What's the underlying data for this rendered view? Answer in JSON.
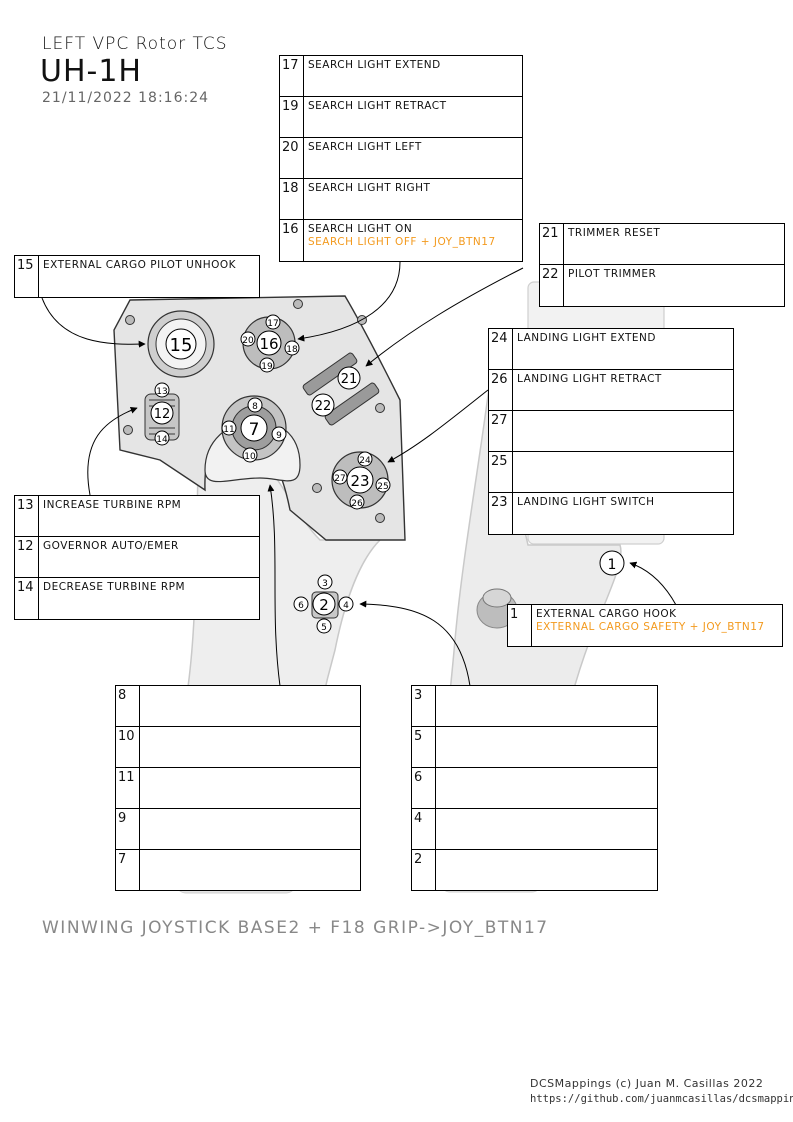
{
  "header": {
    "device": "LEFT VPC Rotor TCS",
    "aircraft": "UH-1H",
    "datetime": "21/11/2022 18:16:24"
  },
  "modifier_note": "WINWING JOYSTICK BASE2 + F18 GRIP->JOY_BTN17",
  "credits": {
    "line1": "DCSMappings (c) Juan M. Casillas 2022",
    "line2": "https://github.com/juanmcasillas/dcsmappings"
  },
  "colors": {
    "line": "#000000",
    "modifier_text": "#f39a1e",
    "device_fill": "#e7e7e7"
  },
  "labels": {
    "b17": {
      "num": "17",
      "text": "SEARCH LIGHT EXTEND",
      "alt": ""
    },
    "b19": {
      "num": "19",
      "text": "SEARCH LIGHT RETRACT",
      "alt": ""
    },
    "b20": {
      "num": "20",
      "text": "SEARCH LIGHT LEFT",
      "alt": ""
    },
    "b18": {
      "num": "18",
      "text": "SEARCH LIGHT RIGHT",
      "alt": ""
    },
    "b16": {
      "num": "16",
      "text": "SEARCH LIGHT ON",
      "alt": "SEARCH LIGHT OFF + JOY_BTN17"
    },
    "b21": {
      "num": "21",
      "text": "TRIMMER RESET",
      "alt": ""
    },
    "b22": {
      "num": "22",
      "text": "PILOT TRIMMER",
      "alt": ""
    },
    "b15": {
      "num": "15",
      "text": "EXTERNAL CARGO PILOT UNHOOK",
      "alt": ""
    },
    "b24": {
      "num": "24",
      "text": "LANDING LIGHT EXTEND",
      "alt": ""
    },
    "b26": {
      "num": "26",
      "text": "LANDING LIGHT RETRACT",
      "alt": ""
    },
    "b27": {
      "num": "27",
      "text": "",
      "alt": ""
    },
    "b25": {
      "num": "25",
      "text": "",
      "alt": ""
    },
    "b23": {
      "num": "23",
      "text": "LANDING LIGHT SWITCH",
      "alt": ""
    },
    "b13": {
      "num": "13",
      "text": "INCREASE TURBINE RPM",
      "alt": ""
    },
    "b12": {
      "num": "12",
      "text": "GOVERNOR AUTO/EMER",
      "alt": ""
    },
    "b14": {
      "num": "14",
      "text": "DECREASE TURBINE RPM",
      "alt": ""
    },
    "b1": {
      "num": "1",
      "text": "EXTERNAL CARGO HOOK",
      "alt": "EXTERNAL CARGO SAFETY + JOY_BTN17"
    },
    "b8": {
      "num": "8",
      "text": "",
      "alt": ""
    },
    "b10": {
      "num": "10",
      "text": "",
      "alt": ""
    },
    "b11": {
      "num": "11",
      "text": "",
      "alt": ""
    },
    "b9": {
      "num": "9",
      "text": "",
      "alt": ""
    },
    "b7": {
      "num": "7",
      "text": "",
      "alt": ""
    },
    "b3": {
      "num": "3",
      "text": "",
      "alt": ""
    },
    "b5": {
      "num": "5",
      "text": "",
      "alt": ""
    },
    "b6": {
      "num": "6",
      "text": "",
      "alt": ""
    },
    "b4": {
      "num": "4",
      "text": "",
      "alt": ""
    },
    "b2": {
      "num": "2",
      "text": "",
      "alt": ""
    }
  },
  "markers": {
    "m15": "15",
    "m16": "16",
    "m17": "17",
    "m18": "18",
    "m19": "19",
    "m20": "20",
    "m21": "21",
    "m22": "22",
    "m12": "12",
    "m13": "13",
    "m14": "14",
    "m7": "7",
    "m8": "8",
    "m9": "9",
    "m10": "10",
    "m11": "11",
    "m23": "23",
    "m24": "24",
    "m25": "25",
    "m26": "26",
    "m27": "27",
    "m2": "2",
    "m3": "3",
    "m4": "4",
    "m5": "5",
    "m6": "6",
    "m1": "1"
  }
}
